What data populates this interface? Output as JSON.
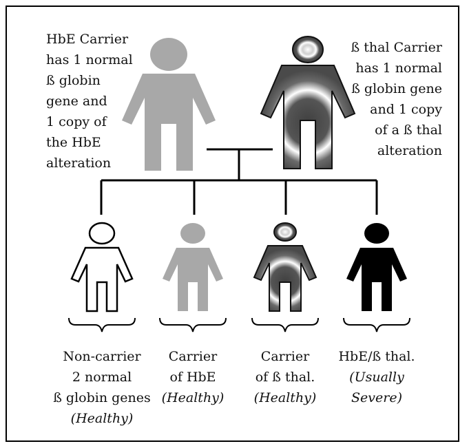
{
  "parents": {
    "hbe_carrier": [
      "HbE Carrier",
      "has 1 normal",
      "ß globin",
      "gene and",
      "1 copy of",
      "the HbE",
      "alteration"
    ],
    "bthal_carrier": [
      "ß thal Carrier",
      "has 1 normal",
      "ß globin gene",
      "and 1 copy",
      "of a ß thal",
      "alteration"
    ]
  },
  "children": [
    {
      "lines": [
        "Non-carrier",
        "2 normal",
        "ß globin genes"
      ],
      "note": "(Healthy)"
    },
    {
      "lines": [
        "Carrier",
        "of HbE"
      ],
      "note": "(Healthy)"
    },
    {
      "lines": [
        "Carrier",
        "of ß thal."
      ],
      "note": "(Healthy)"
    },
    {
      "lines": [
        "HbE/ß thal."
      ],
      "note": "(Usually",
      "note2": "Severe)"
    }
  ],
  "colors": {
    "hbe_gray": "#a8a8a8",
    "bthal_dark": "#4a4a4a",
    "affected": "#000000",
    "noncarrier": "#ffffff"
  }
}
